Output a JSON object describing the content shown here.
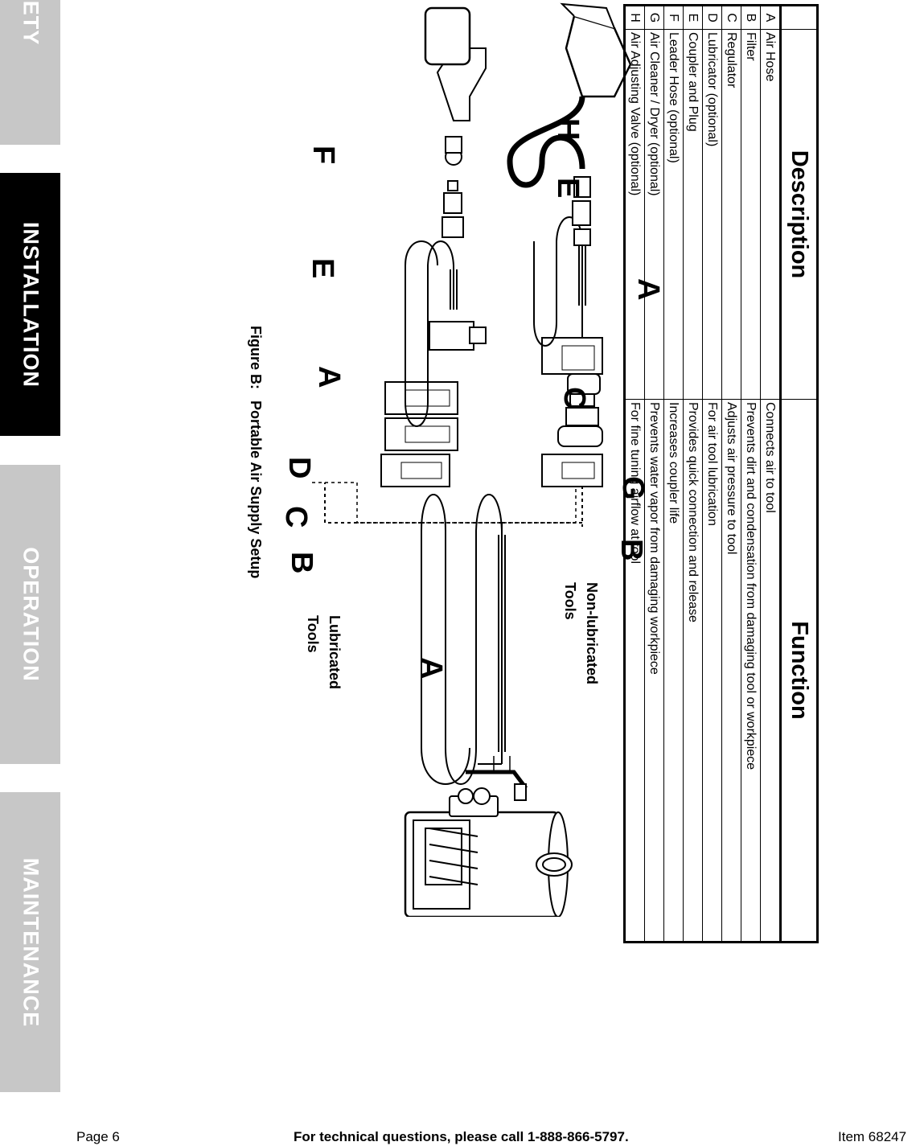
{
  "tabs": [
    {
      "label": "SAFETY",
      "active": false
    },
    {
      "label": "INSTALLATION",
      "active": true
    },
    {
      "label": "OPERATION",
      "active": false
    },
    {
      "label": "MAINTENANCE",
      "active": false
    }
  ],
  "figure": {
    "title_prefix": "Figure B:",
    "title": "Portable Air Supply Setup",
    "lubricated_label_1": "Lubricated",
    "lubricated_label_2": "Tools",
    "nonlubricated_label_1": "Non-lubricated",
    "nonlubricated_label_2": "Tools",
    "letters": {
      "main_hose": "A",
      "top_filter": "B",
      "top_regulator": "C",
      "top_lubricator": "D",
      "top_hose": "A",
      "top_coupler": "E",
      "top_leader": "F",
      "bottom_filter": "B",
      "bottom_dryer": "G",
      "bottom_regulator": "C",
      "bottom_hose": "A",
      "bottom_coupler": "E",
      "bottom_valve": "H"
    }
  },
  "table": {
    "headers": {
      "description": "Description",
      "function": "Function"
    },
    "rows": [
      {
        "letter": "A",
        "description": "Air Hose",
        "function": "Connects air to tool"
      },
      {
        "letter": "B",
        "description": "Filter",
        "function": "Prevents dirt and condensation from damaging tool or workpiece"
      },
      {
        "letter": "C",
        "description": "Regulator",
        "function": "Adjusts air pressure to tool"
      },
      {
        "letter": "D",
        "description": "Lubricator (optional)",
        "function": "For air tool lubrication"
      },
      {
        "letter": "E",
        "description": "Coupler and Plug",
        "function": "Provides quick connection and release"
      },
      {
        "letter": "F",
        "description": "Leader Hose (optional)",
        "function": "Increases coupler life"
      },
      {
        "letter": "G",
        "description": "Air Cleaner / Dryer (optional)",
        "function": "Prevents water vapor from damaging workpiece"
      },
      {
        "letter": "H",
        "description": "Air Adjusting Valve (optional)",
        "function": "For fine tuning airflow at tool"
      }
    ]
  },
  "footer": {
    "page": "Page 6",
    "tech": "For technical questions, please call 1-888-866-5797.",
    "item": "Item 68247"
  }
}
